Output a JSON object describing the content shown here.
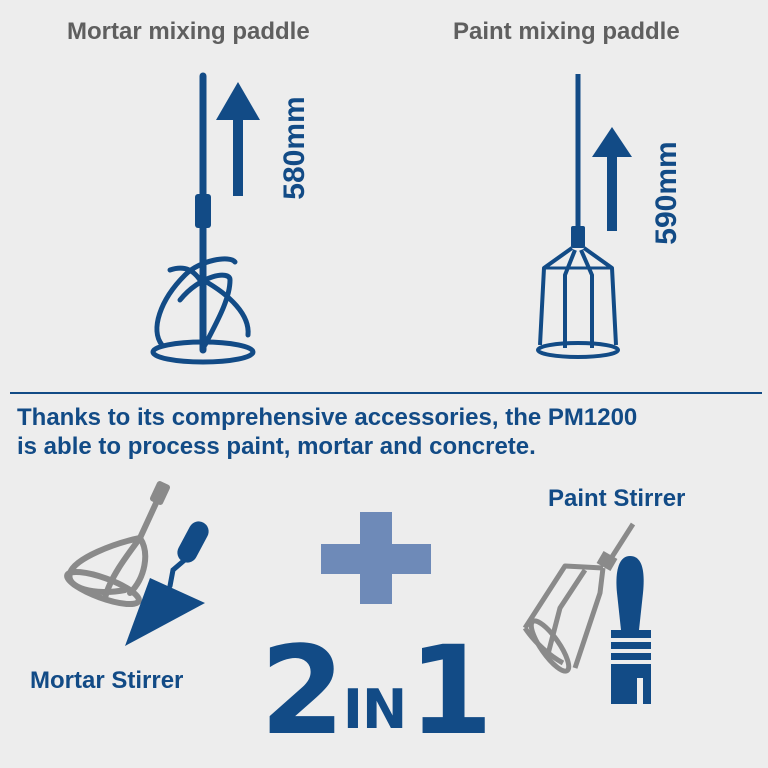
{
  "top": {
    "mortar": {
      "title": "Mortar mixing paddle",
      "length": "580mm"
    },
    "paint": {
      "title": "Paint mixing paddle",
      "length": "590mm"
    }
  },
  "description": {
    "line1": "Thanks to its comprehensive accessories, the PM1200",
    "line2": "is able to process paint, mortar and concrete."
  },
  "bottom": {
    "mortar_label": "Mortar Stirrer",
    "paint_label": "Paint Stirrer",
    "badge": {
      "part1": "2",
      "part2": "IN",
      "part3": "1"
    }
  },
  "colors": {
    "primary": "#124b86",
    "grey_text": "#5f5f5f",
    "plus": "#6e8ab8",
    "icon_grey": "#8a8a8a",
    "background": "#ededed"
  }
}
